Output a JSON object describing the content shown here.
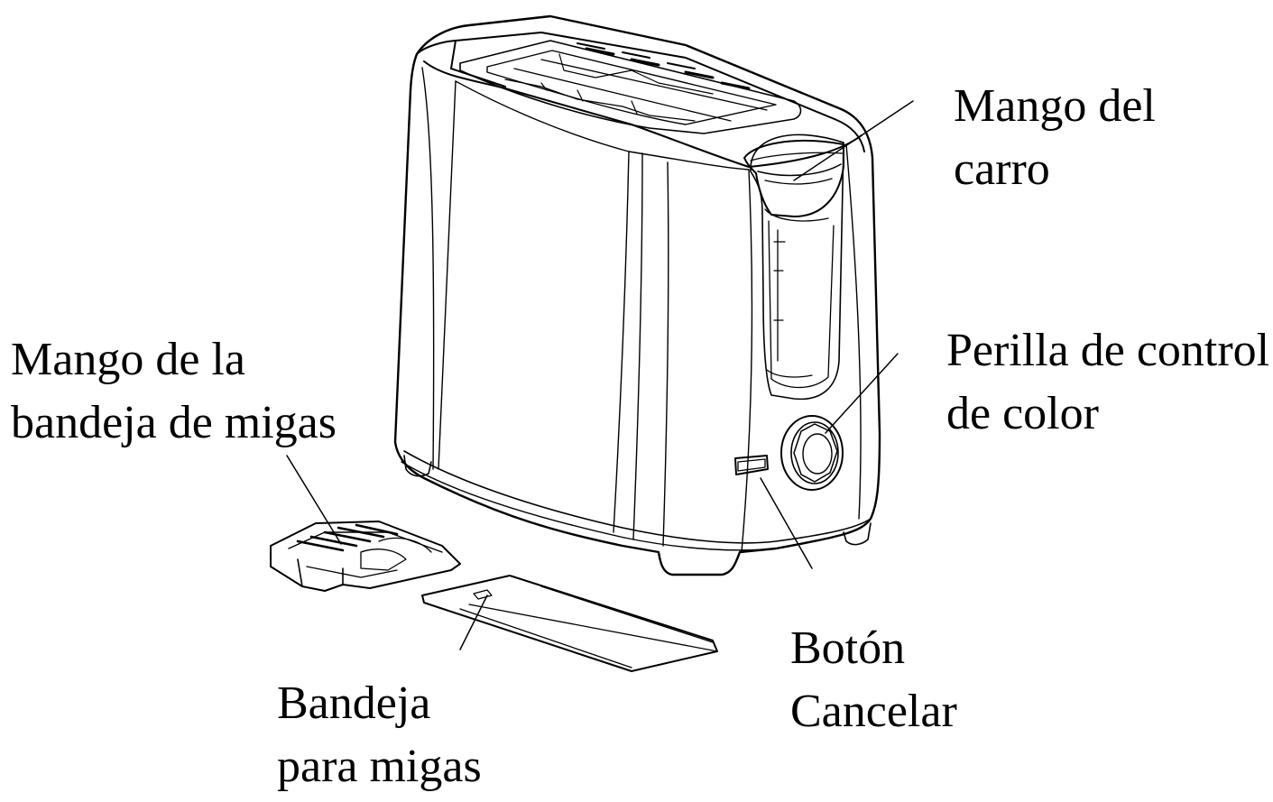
{
  "labels": {
    "carriage_handle": {
      "line1": "Mango del",
      "line2": "carro"
    },
    "color_control_knob": {
      "line1": "Perilla de control",
      "line2": "de color"
    },
    "crumb_tray_handle": {
      "line1": "Mango de la",
      "line2": "bandeja de migas"
    },
    "crumb_tray": {
      "line1": "Bandeja",
      "line2": "para migas"
    },
    "cancel_button": {
      "line1": "Botón",
      "line2": "Cancelar"
    }
  },
  "colors": {
    "line": "#000000",
    "background": "#ffffff"
  }
}
